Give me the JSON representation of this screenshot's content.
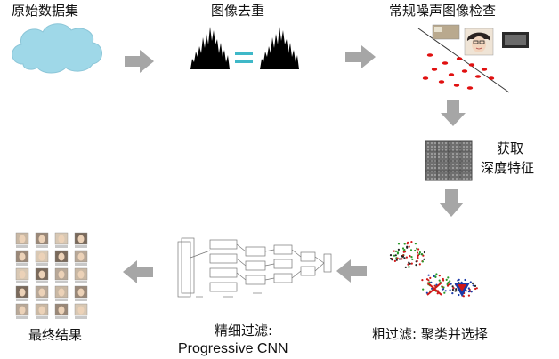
{
  "stages": {
    "dataset_label": "原始数据集",
    "dedup_label": "图像去重",
    "noise_label": "常规噪声图像检查",
    "deep_feature_label_1": "获取",
    "deep_feature_label_2": "深度特征",
    "coarse_filter_label": "粗过滤: 聚类并选择",
    "fine_filter_label_1": "精细过滤:",
    "fine_filter_label_2": "Progressive CNN",
    "final_label": "最终结果"
  },
  "colors": {
    "cloud": "#9fd8e8",
    "arrow": "#a6a6a6",
    "equals": "#3fb8c8",
    "histogram": "#000000",
    "noise_points": "#e01010",
    "cluster_green": "#2a9a2a",
    "cluster_red": "#d01818",
    "cluster_blue": "#1a3aa8"
  },
  "icons": {
    "dataset": "cloud-icon",
    "arrow": "arrow-right-icon",
    "feature_map": "feature-grid-icon",
    "network": "cnn-architecture-icon",
    "thumbnails": "face-thumbnails-icon"
  }
}
